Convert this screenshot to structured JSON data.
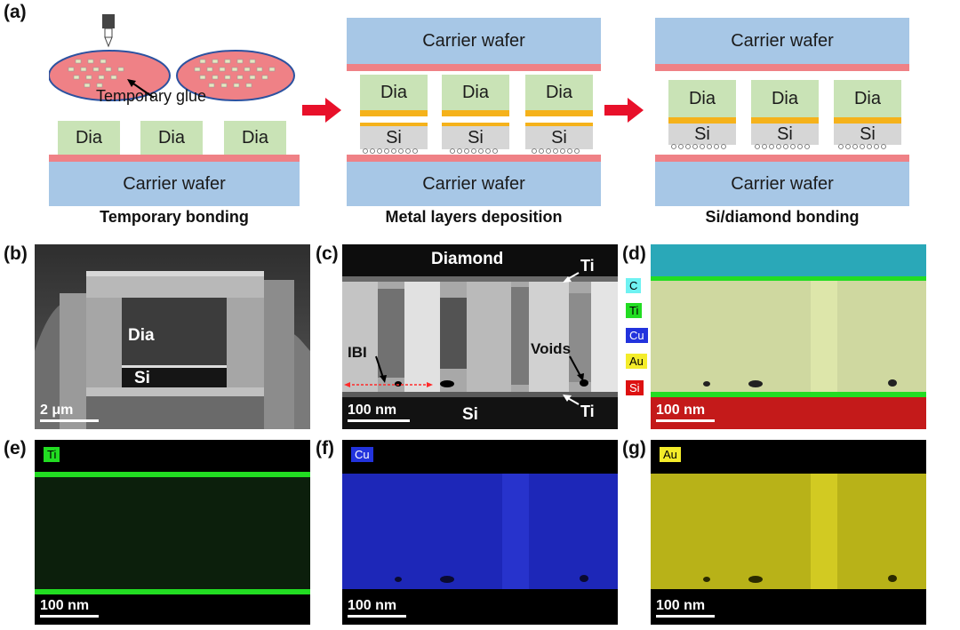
{
  "panel_labels": [
    "(a)",
    "(b)",
    "(c)",
    "(d)",
    "(e)",
    "(f)",
    "(g)"
  ],
  "schematic": {
    "carrier_wafer": "Carrier wafer",
    "dia": "Dia",
    "si": "Si",
    "temporary_glue": "Temporary glue",
    "steps": [
      "Temporary bonding",
      "Metal layers deposition",
      "Si/diamond bonding"
    ]
  },
  "sem_b": {
    "dia": "Dia",
    "si": "Si",
    "scale": "2 μm"
  },
  "tem_c": {
    "diamond": "Diamond",
    "si": "Si",
    "ti_top": "Ti",
    "ti_bottom": "Ti",
    "ibi": "IBI",
    "voids": "Voids",
    "scale": "100 nm"
  },
  "eds_d": {
    "legend": [
      "C",
      "Ti",
      "Cu",
      "Au",
      "Si"
    ],
    "scale": "100 nm"
  },
  "eds_e": {
    "tag": "Ti",
    "scale": "100 nm"
  },
  "eds_f": {
    "tag": "Cu",
    "scale": "100 nm"
  },
  "eds_g": {
    "tag": "Au",
    "scale": "100 nm"
  },
  "colors": {
    "wafer": "#a7c7e6",
    "glue": "#ef8186",
    "dia": "#c9e3b6",
    "si": "#d6d6d6",
    "metal": "#f5b21b",
    "arrow": "#e8102a",
    "c_map": "#28b8c8",
    "ti_map": "#22dd22",
    "cu_map": "#2233dd",
    "au_map": "#e8e020",
    "si_map": "#dd1111"
  }
}
